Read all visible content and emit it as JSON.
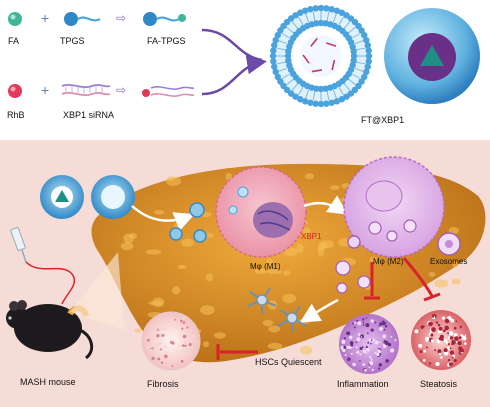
{
  "top": {
    "fa": "FA",
    "tpgs": "TPGS",
    "fa_tpgs": "FA-TPGS",
    "rhb": "RhB",
    "sirna": "XBP1 siRNA",
    "product": "FT@XBP1"
  },
  "bottom": {
    "m1": "Mφ (M1)",
    "xbp1": "XBP1",
    "m2": "Mφ (M2)",
    "exosomes": "Exosomes",
    "mouse": "MASH mouse",
    "fibrosis": "Fibrosis",
    "hsc": "HSCs Quiescent",
    "inflammation": "Inflammation",
    "steatosis": "Steatosis"
  },
  "colors": {
    "panel_bg": "#f6dcd6",
    "liver": "#d98a22",
    "lipid_blue": "#4aa3dc",
    "core_teal": "#2a8c8c",
    "inhibit_red": "#d8232a",
    "fa_green": "#3fb69a",
    "rhb_red": "#e2385a"
  }
}
